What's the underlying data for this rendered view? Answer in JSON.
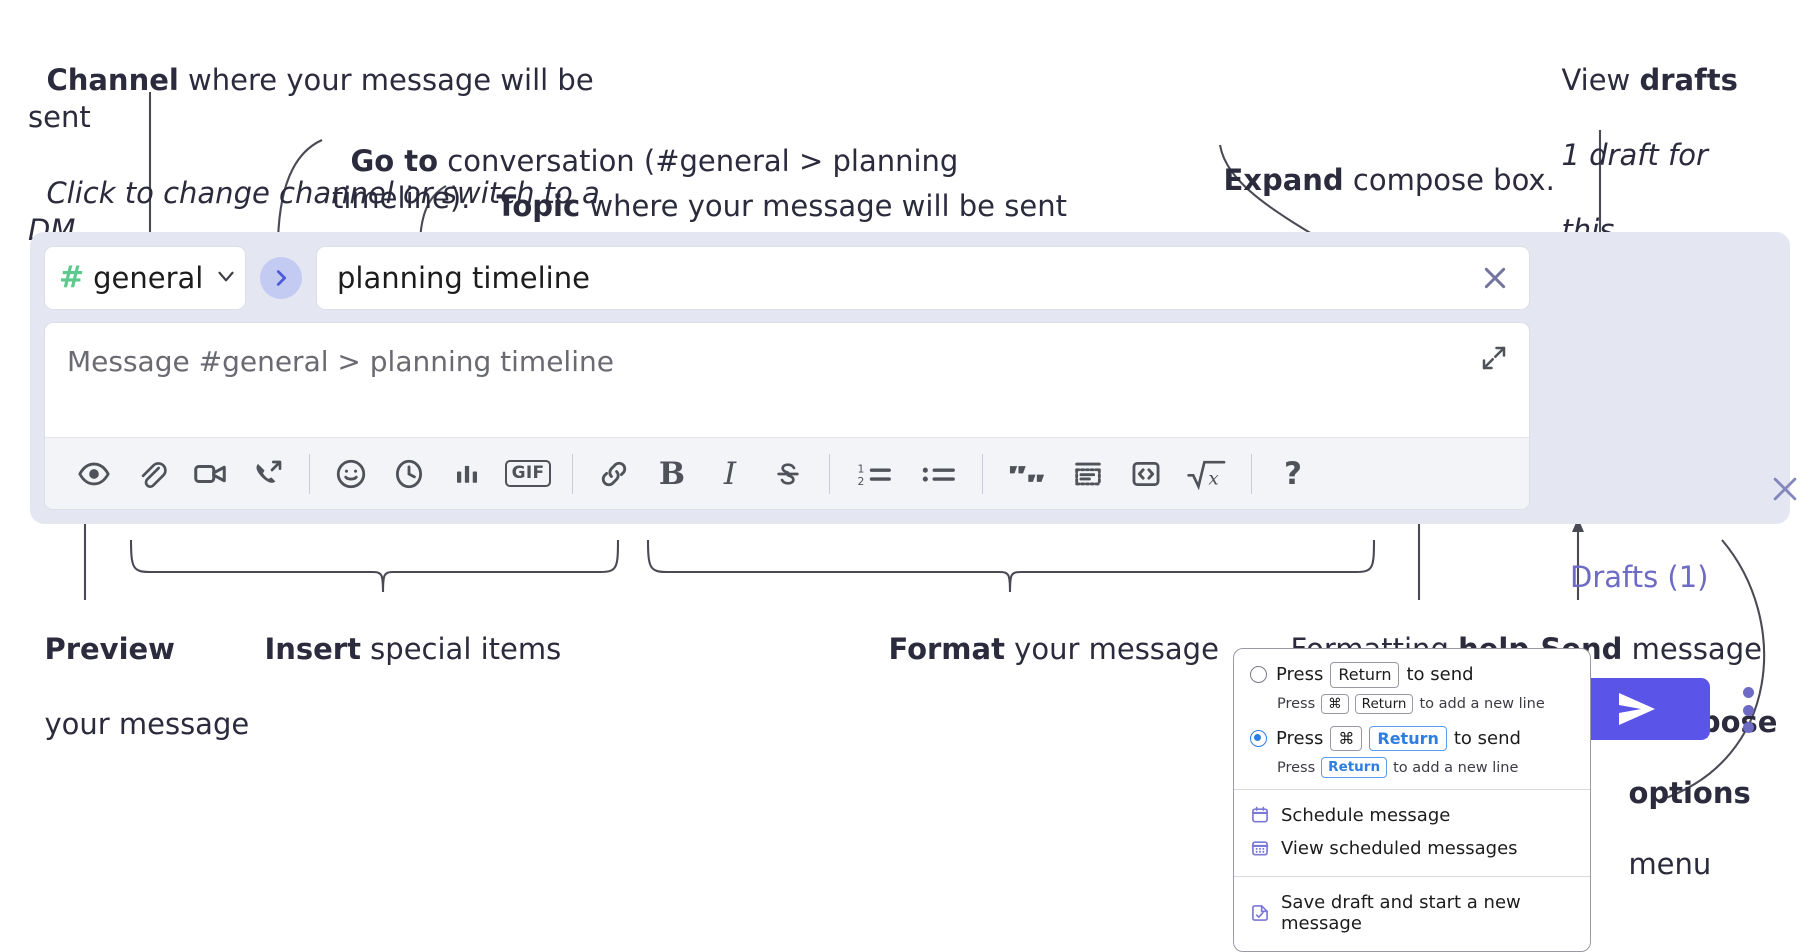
{
  "annotations": {
    "channel": {
      "bold": "Channel",
      "rest": " where your message will be sent",
      "italic": "Click to change channel or switch to a DM."
    },
    "goto": {
      "bold": "Go to",
      "rest": " conversation (#general > planning timeline)."
    },
    "topic": {
      "bold": "Topic",
      "rest": " where your message will be sent"
    },
    "expand": {
      "bold": "Expand",
      "rest": " compose box."
    },
    "view_drafts": {
      "bold_lead": "View ",
      "bold": "drafts",
      "italic_l1": "1 draft for",
      "italic_l2": "this conversation"
    },
    "preview": {
      "bold": "Preview",
      "rest": "your message"
    },
    "insert": {
      "bold": "Insert",
      "rest": " special items"
    },
    "format": {
      "bold": "Format",
      "rest": " your message"
    },
    "formatting_help": {
      "lead": "Formatting ",
      "bold": "help"
    },
    "send": {
      "bold": "Send",
      "rest": " message"
    },
    "compose_options": {
      "bold_l1": "Compose",
      "bold_l2": "options",
      "rest": "menu"
    }
  },
  "compose": {
    "channel": {
      "hash": "#",
      "name": "general",
      "chevron": "chevron-down"
    },
    "goto_label": "go-to-conversation",
    "topic": {
      "value": "planning timeline",
      "clear_label": "clear-topic"
    },
    "message": {
      "placeholder": "Message #general > planning timeline"
    },
    "expand_label": "expand-compose-box",
    "close_label": "close-compose",
    "drafts_label": "Drafts (1)",
    "send_label": "send-message",
    "options_label": "compose-options-menu",
    "toolbar": [
      {
        "name": "preview-icon",
        "label": "Preview"
      },
      {
        "name": "attachment-icon",
        "label": "Attach file"
      },
      {
        "name": "video-icon",
        "label": "Record video"
      },
      {
        "name": "audio-call-icon",
        "label": "Record audio"
      },
      {
        "name": "separator-1",
        "label": ""
      },
      {
        "name": "emoji-icon",
        "label": "Emoji"
      },
      {
        "name": "clock-icon",
        "label": "Reminder"
      },
      {
        "name": "poll-icon",
        "label": "Poll"
      },
      {
        "name": "gif-icon",
        "label": "GIF"
      },
      {
        "name": "separator-2",
        "label": ""
      },
      {
        "name": "link-icon",
        "label": "Link"
      },
      {
        "name": "bold-icon",
        "label": "B"
      },
      {
        "name": "italic-icon",
        "label": "I"
      },
      {
        "name": "strikethrough-icon",
        "label": "Strikethrough"
      },
      {
        "name": "separator-3",
        "label": ""
      },
      {
        "name": "ordered-list-icon",
        "label": "Numbered list"
      },
      {
        "name": "bulleted-list-icon",
        "label": "Bulleted list"
      },
      {
        "name": "separator-4",
        "label": ""
      },
      {
        "name": "blockquote-icon",
        "label": "Quote"
      },
      {
        "name": "spoiler-icon",
        "label": "Spoiler"
      },
      {
        "name": "code-icon",
        "label": "Code"
      },
      {
        "name": "math-icon",
        "label": "Math"
      },
      {
        "name": "separator-5",
        "label": ""
      },
      {
        "name": "help-icon",
        "label": "?"
      }
    ]
  },
  "popup": {
    "option_enter": {
      "selected": false,
      "main_pre": "Press",
      "main_key": "Return",
      "main_post": "to send",
      "sub_pre": "Press",
      "sub_key1": "⌘",
      "sub_key2": "Return",
      "sub_post": "to add a new line"
    },
    "option_cmd_enter": {
      "selected": true,
      "main_pre": "Press",
      "main_key1": "⌘",
      "main_key2": "Return",
      "main_post": "to send",
      "sub_pre": "Press",
      "sub_key": "Return",
      "sub_post": "to add a new line"
    },
    "menu": [
      {
        "icon": "calendar-clock-icon",
        "label": "Schedule message"
      },
      {
        "icon": "calendar-grid-icon",
        "label": "View scheduled messages"
      },
      {
        "icon": "save-draft-icon",
        "label": "Save draft and start a new message"
      }
    ]
  },
  "colors": {
    "compose_bg": "#e4e6f2",
    "send_button": "#5a54e8",
    "accent_purple": "#6e6bc4",
    "hash_green": "#5dc98e",
    "goto_pill": "#c3cbf3",
    "radio_blue": "#2f7de1"
  }
}
